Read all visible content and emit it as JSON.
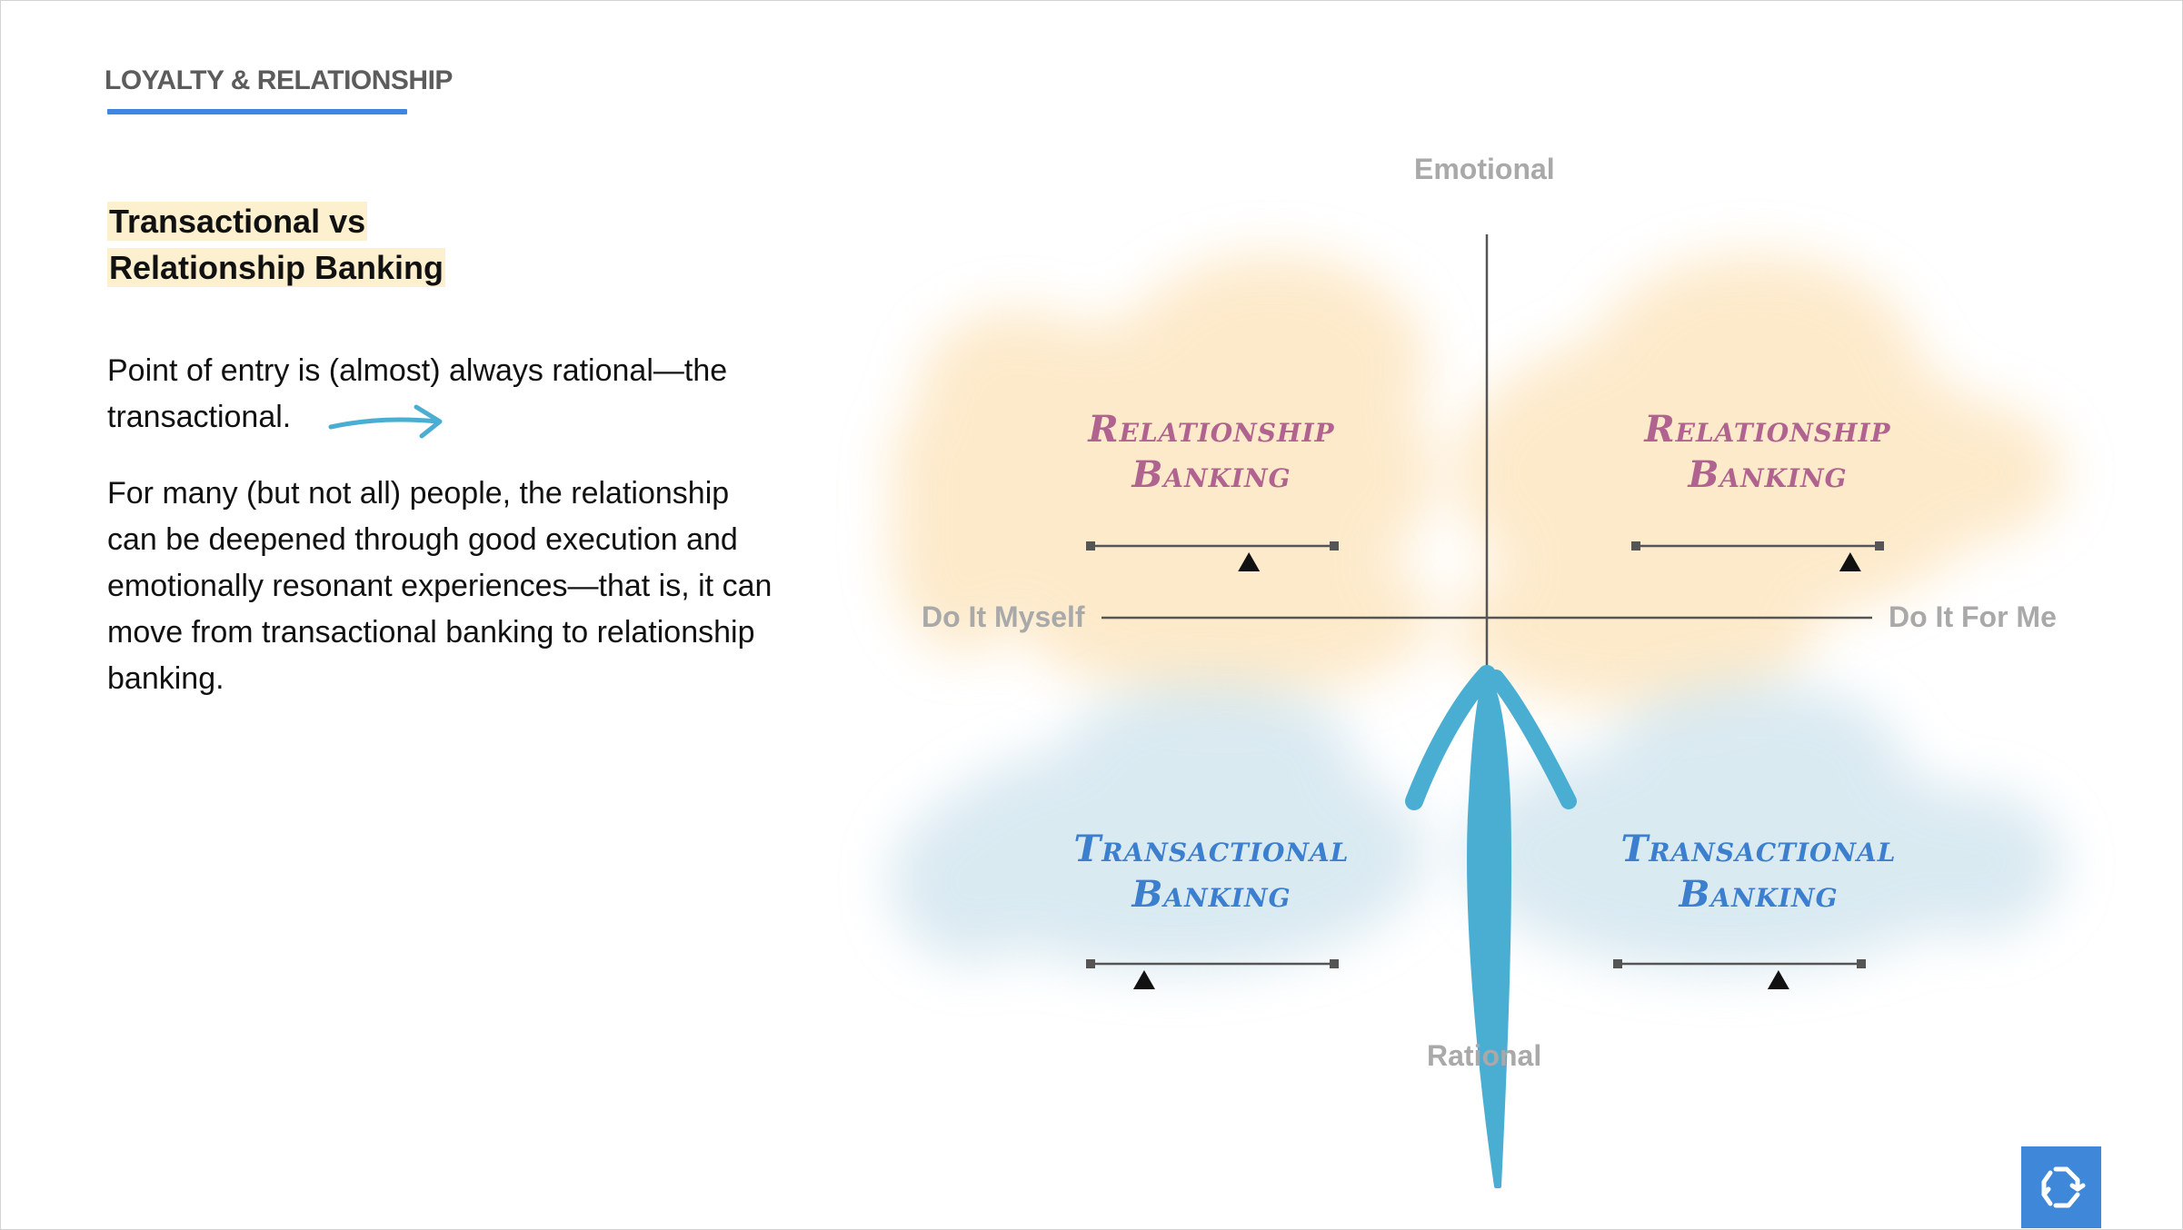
{
  "header": {
    "section_title": "LOYALTY & RELATIONSHIP"
  },
  "content": {
    "headline_line1": "Transactional vs",
    "headline_line2": "Relationship Banking",
    "paragraph1": "Point of entry is (almost) always rational—the transactional.",
    "paragraph2": "For many (but not all) people, the relationship can be deepened through good execution and emotionally resonant experiences—that is, it can move from transactional banking to relationship banking."
  },
  "diagram": {
    "axis_top": "Emotional",
    "axis_bottom": "Rational",
    "axis_left": "Do It Myself",
    "axis_right": "Do It For Me",
    "quadrants": {
      "top_left": {
        "line1": "Relationship",
        "line2": "Banking",
        "slider_level": 0.65
      },
      "top_right": {
        "line1": "Relationship",
        "line2": "Banking",
        "slider_level": 0.88
      },
      "bottom_left": {
        "line1": "Transactional",
        "line2": "Banking",
        "slider_level": 0.22
      },
      "bottom_right": {
        "line1": "Transactional",
        "line2": "Banking",
        "slider_level": 0.66
      }
    },
    "colors": {
      "relationship_cloud": "#fbd9a0",
      "transactional_cloud": "#bcd9e6",
      "relationship_text": "#b0638f",
      "transactional_text": "#3c7fcf",
      "arrow": "#4aaed2",
      "axis": "#555555"
    }
  },
  "footer": {
    "logo_icon": "brand-logo-icon",
    "logo_color": "#3f87d9"
  }
}
